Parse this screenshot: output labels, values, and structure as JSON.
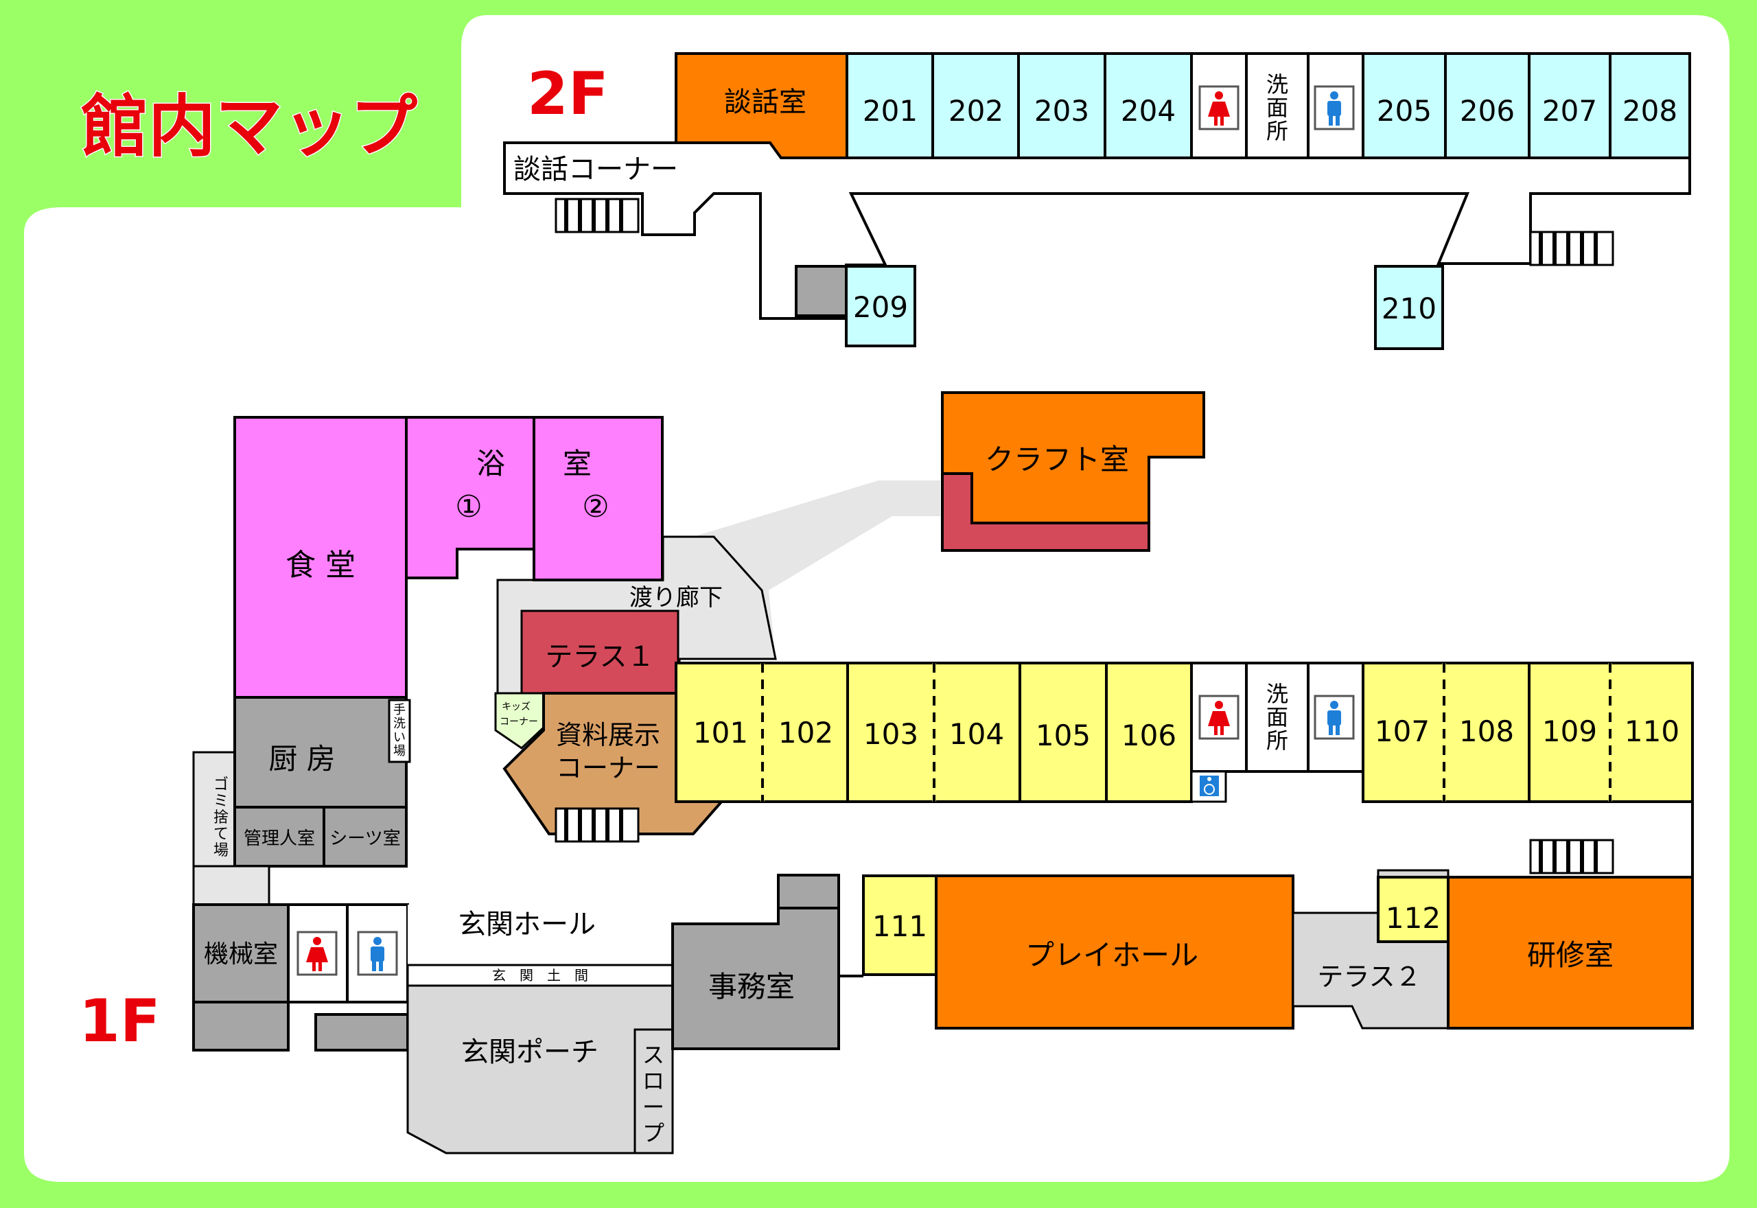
{
  "title": "館内マップ",
  "floor2_label": "2F",
  "floor1_label": "1F",
  "colors": {
    "frame": "#9BFF66",
    "paper": "#FFFFFF",
    "title_red": "#E8000A",
    "guest_room_2f": "#C8FFFF",
    "guest_room_1f": "#FFFF80",
    "lounge": "#FF7F00",
    "bath_dining": "#FF80FF",
    "service": "#A6A6A6",
    "corridor": "#E6E6E6",
    "terrace": "#D44A5A",
    "exhibit": "#D9A066",
    "kids": "#E6FFCC",
    "toilet_female": "#E8000A",
    "toilet_male": "#1E7FD8"
  },
  "floor2": {
    "danwa_room": "談話室",
    "danwa_corner": "談話コーナー",
    "rooms": [
      "201",
      "202",
      "203",
      "204",
      "205",
      "206",
      "207",
      "208",
      "209",
      "210"
    ],
    "washroom": [
      "洗",
      "面",
      "所"
    ]
  },
  "floor1": {
    "bath": "浴　　室",
    "bath_1": "①",
    "bath_2": "②",
    "dining": "食 堂",
    "kitchen": "厨 房",
    "handwash": [
      "手",
      "洗",
      "い",
      "場"
    ],
    "trash": [
      "ゴ",
      "ミ",
      "捨",
      "て",
      "場"
    ],
    "manager": "管理人室",
    "sheets": "シーツ室",
    "machine": "機械室",
    "corridor_link": "渡り廊下",
    "terrace1": "テラス１",
    "kids_line1": "キッズ",
    "kids_line2": "コーナー",
    "exhibit_line1": "資料展示",
    "exhibit_line2": "コーナー",
    "craft": "クラフト室",
    "rooms": [
      "101",
      "102",
      "103",
      "104",
      "105",
      "106",
      "107",
      "108",
      "109",
      "110",
      "111",
      "112"
    ],
    "washroom": [
      "洗",
      "面",
      "所"
    ],
    "entrance_hall": "玄関ホール",
    "entrance_floor": "玄　関　土　間",
    "entrance_porch": "玄関ポーチ",
    "slope": [
      "ス",
      "ロ",
      "ー",
      "プ"
    ],
    "office": "事務室",
    "playhall": "プレイホール",
    "terrace2": "テラス２",
    "training": "研修室"
  },
  "icons": [
    "female-toilet-icon",
    "male-toilet-icon",
    "accessible-icon",
    "stairs-icon"
  ]
}
